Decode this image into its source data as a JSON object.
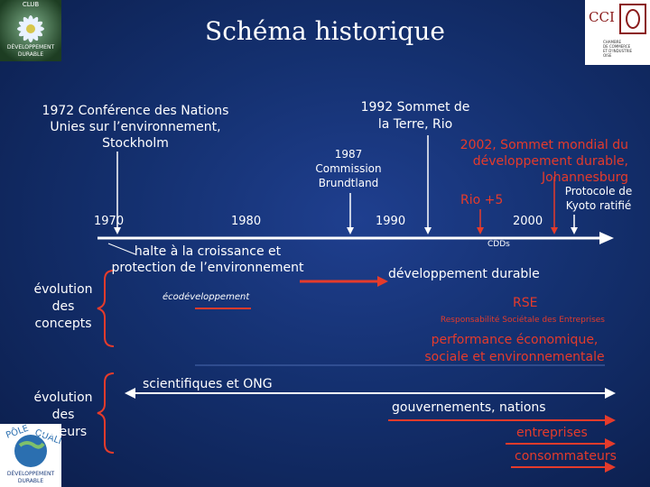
{
  "slide": {
    "title": "Schéma historique",
    "logo_top_left": {
      "line1": "CLUB",
      "line2": "DÉVELOPPEMENT",
      "line3": "DURABLE"
    },
    "logo_top_right": {
      "brand": "CCI",
      "letters": "O",
      "sub1": "CHAMBRE",
      "sub2": "DE COMMERCE",
      "sub3": "ET D'INDUSTRIE",
      "sub4": "OISE"
    },
    "logo_bottom_left": {
      "arc": "PÔLE QUALITÉ",
      "line1": "DÉVELOPPEMENT",
      "line2": "DURABLE"
    }
  },
  "events": {
    "stockholm": "1972 Conférence des Nations Unies sur l’environnement, Stockholm",
    "rio_1992": "1992 Sommet de la Terre, Rio",
    "brundtland": "1987 Commission Brundtland",
    "johannesburg": "2002, Sommet mondial du développement durable, Johannesburg",
    "rio5": "Rio +5",
    "kyoto": "Protocole de Kyoto ratifié"
  },
  "timeline": {
    "years": [
      "1970",
      "1980",
      "1990",
      "2000"
    ],
    "cdds": "CDDs"
  },
  "concepts": {
    "label": "évolution des concepts",
    "halte": "halte à la croissance et protection de l’environnement",
    "ecodev": "écodéveloppement",
    "dev_durable": "développement durable",
    "rse": "RSE",
    "rse_full": "Responsabilité Sociétale des Entreprises",
    "performance": "performance économique, sociale et environnementale"
  },
  "actors": {
    "label": "évolution des acteurs",
    "scientists": "scientifiques et ONG",
    "governments": "gouvernements, nations",
    "companies": "entreprises",
    "consumers": "consommateurs"
  },
  "colors": {
    "background": "#14306f",
    "text": "#ffffff",
    "red": "#e53b2b",
    "cyan": "#9fd0ff"
  }
}
